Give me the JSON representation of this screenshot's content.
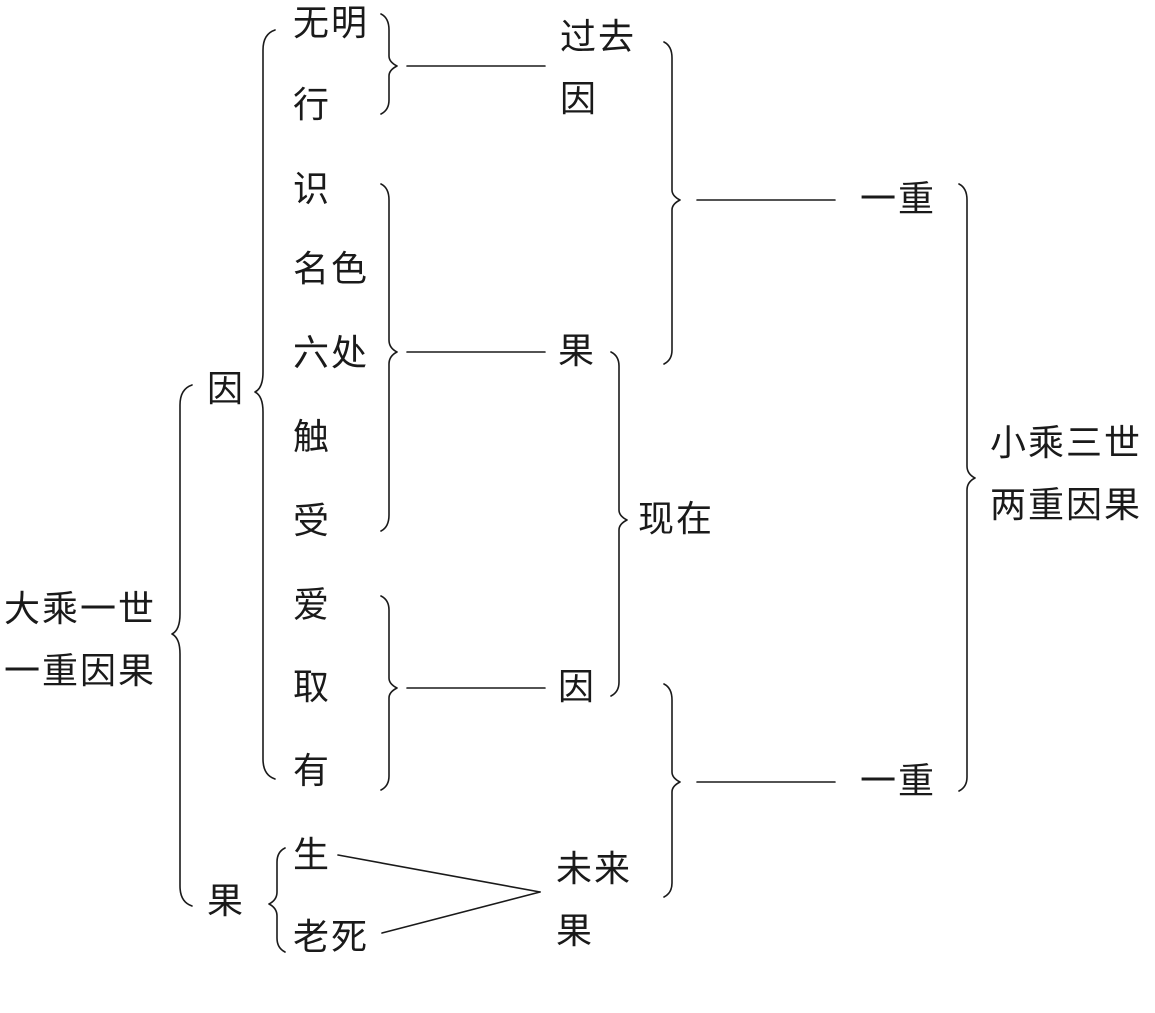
{
  "left": {
    "line1": "大乘一世",
    "line2": "一重因果"
  },
  "split": {
    "cause": "因",
    "effect": "果"
  },
  "links": {
    "wuming": "无明",
    "xing": "行",
    "shi": "识",
    "mingse": "名色",
    "liuchu": "六处",
    "chu": "触",
    "shou": "受",
    "ai": "爱",
    "qu": "取",
    "you": "有",
    "sheng": "生",
    "laosi": "老死"
  },
  "mid": {
    "past_1": "过去",
    "past_2": "因",
    "present_effect": "果",
    "present": "现在",
    "present_cause": "因",
    "future_1": "未来",
    "future_2": "果"
  },
  "layers": {
    "first": "一重",
    "second": "一重"
  },
  "right": {
    "line1": "小乘三世",
    "line2": "两重因果"
  }
}
